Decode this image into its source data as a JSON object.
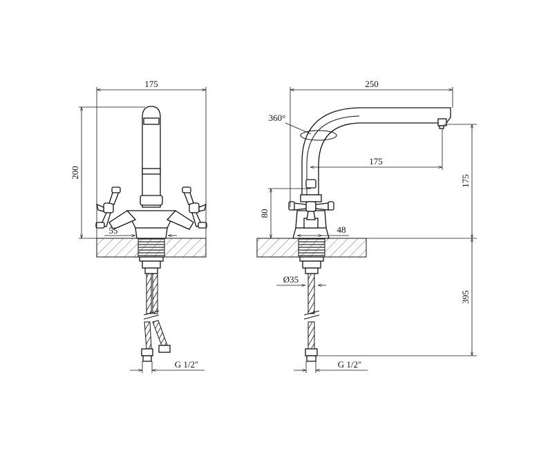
{
  "colors": {
    "line": "#111111",
    "background": "#ffffff",
    "hatch": "#333333"
  },
  "front_view": {
    "width_label": "175",
    "height_label": "200",
    "spout_spacing_label": "55",
    "thread_label": "G 1/2\""
  },
  "side_view": {
    "reach_label": "250",
    "rotation_label": "360°",
    "spout_reach_label": "175",
    "spout_height_label": "175",
    "handle_height_label": "80",
    "base_width_label": "48",
    "mount_diameter_label": "Ø35",
    "hose_length_label": "395",
    "thread_label": "G 1/2\""
  }
}
